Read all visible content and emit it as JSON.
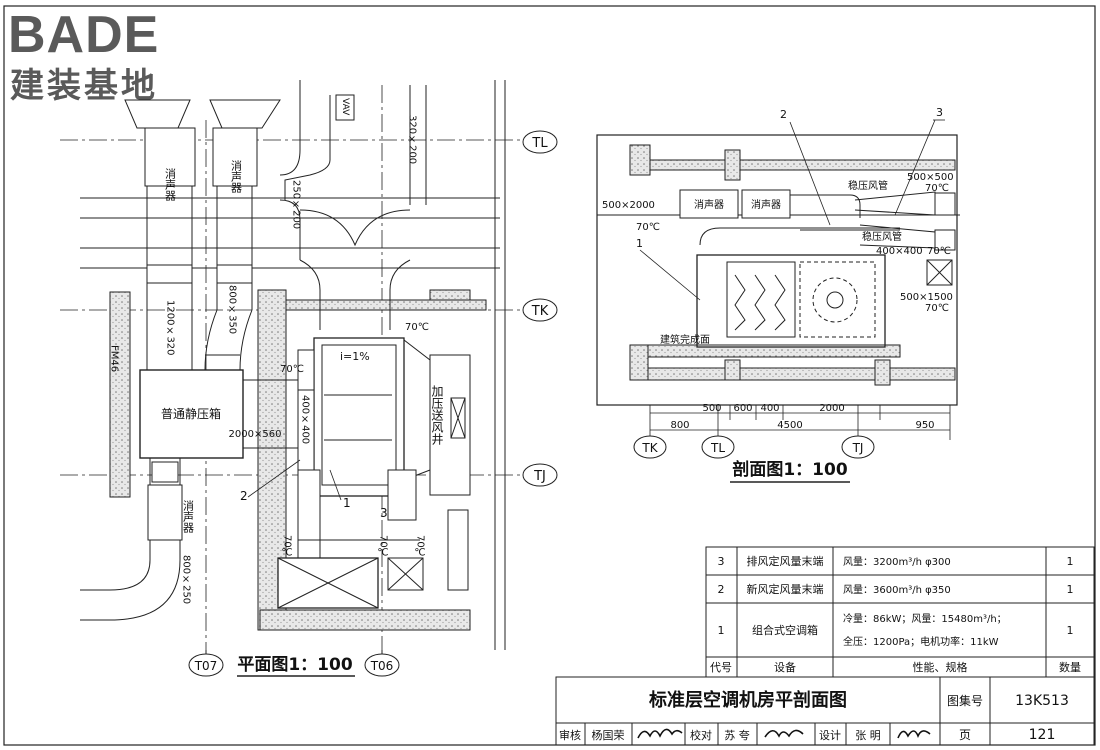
{
  "logo": {
    "brand": "BADE",
    "sub": "建装基地"
  },
  "axes": {
    "TL": "TL",
    "TK": "TK",
    "TJ": "TJ",
    "T07": "T07",
    "T06": "T06"
  },
  "plan": {
    "title": "平面图1：100",
    "labels": {
      "muffler_a": "消声器",
      "muffler_b": "消声器",
      "muffler_c": "消声器",
      "vav": "VAV",
      "duct_320x200": "320×200",
      "duct_250x200": "250×200",
      "duct_1200x320": "1200×320",
      "duct_800x350": "800×350",
      "fm": "FM46",
      "box": "普通静压箱",
      "duct_2000x560": "2000×560",
      "duct_400x400": "400×400",
      "slope": "i=1%",
      "shaft": "加压送风井",
      "duct_800x250": "800×250",
      "temp": "70℃",
      "n1": "1",
      "n2": "2",
      "n3": "3"
    }
  },
  "section": {
    "title": "剖面图1：100",
    "labels": {
      "duct_500x2000": "500×2000",
      "muffler_a": "消声器",
      "muffler_b": "消声器",
      "stable_duct_1": "稳压风管",
      "stable_duct_2": "稳压风管",
      "duct_500x500": "500×500",
      "duct_400x400": "400×400",
      "duct_500x1500": "500×1500",
      "temp": "70℃",
      "base": "建筑完成面",
      "n1": "1",
      "n2": "2",
      "n3": "3"
    },
    "dims_upper": [
      "500",
      "600",
      "400",
      "2000"
    ],
    "dims_lower": [
      "800",
      "4500",
      "950"
    ]
  },
  "table": {
    "header": {
      "code": "代号",
      "equipment": "设备",
      "spec": "性能、规格",
      "qty": "数量"
    },
    "rows": [
      {
        "code": "3",
        "equipment": "排风定风量末端",
        "spec1": "风量：3200m³/h  φ300",
        "spec2": "",
        "qty": "1"
      },
      {
        "code": "2",
        "equipment": "新风定风量末端",
        "spec1": "风量：3600m³/h  φ350",
        "spec2": "",
        "qty": "1"
      },
      {
        "code": "1",
        "equipment": "组合式空调箱",
        "spec1": "冷量：86kW；风量：15480m³/h；",
        "spec2": "全压：1200Pa；电机功率：11kW",
        "qty": "1"
      }
    ]
  },
  "titleblock": {
    "title": "标准层空调机房平剖面图",
    "atlas_label": "图集号",
    "atlas_no": "13K513",
    "page_label": "页",
    "page_no": "121",
    "review_label": "审核",
    "reviewer": "杨国荣",
    "check_label": "校对",
    "checker": "苏 夸",
    "design_label": "设计",
    "designer": "张 明"
  }
}
